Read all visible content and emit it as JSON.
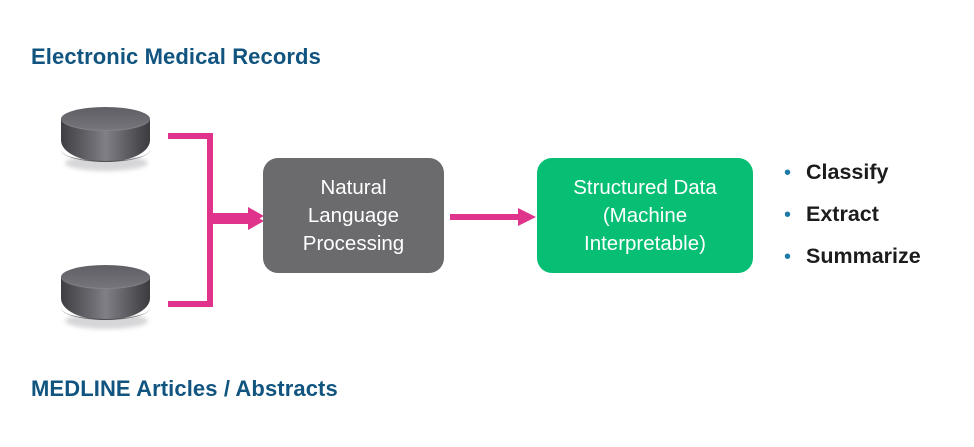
{
  "diagram": {
    "title_top": "Electronic Medical Records",
    "title_bottom": "MEDLINE Articles / Abstracts",
    "sources": [
      {
        "name": "database-cylinder-emr",
        "label": "Electronic Medical Records"
      },
      {
        "name": "database-cylinder-medline",
        "label": "MEDLINE Articles / Abstracts"
      }
    ],
    "process_box": {
      "text": "Natural\nLanguage\nProcessing",
      "color": "#6b6b6e",
      "text_color": "#ffffff"
    },
    "output_box": {
      "text": "Structured Data\n(Machine\nInterpretable)",
      "color": "#06bf74",
      "text_color": "#ffffff"
    },
    "capabilities": [
      {
        "bullet": "•",
        "label": "Classify"
      },
      {
        "bullet": "•",
        "label": "Extract"
      },
      {
        "bullet": "•",
        "label": "Summarize"
      }
    ],
    "colors": {
      "heading_blue": "#10547f",
      "arrow_pink": "#e0338c",
      "bullet_blue": "#1b7aa8",
      "cylinder_gray": "#6b6b71",
      "background": "#ffffff"
    }
  }
}
